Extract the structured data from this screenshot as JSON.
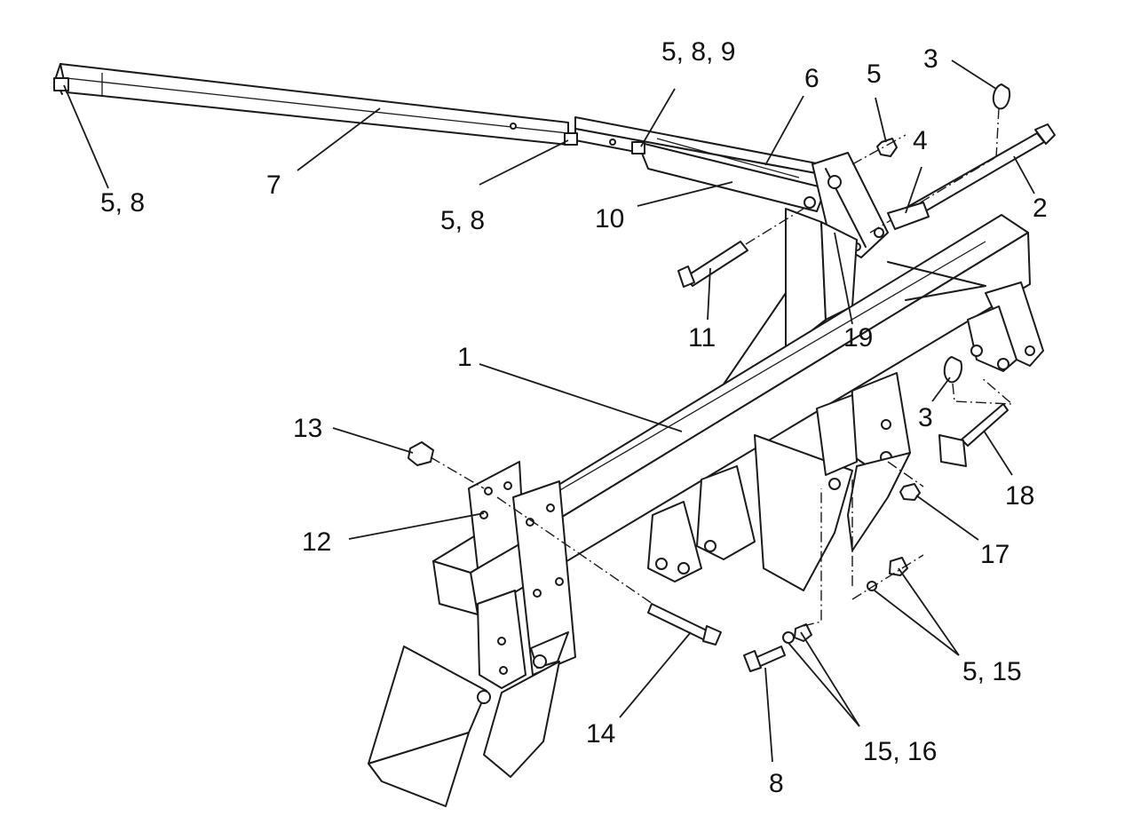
{
  "labels": {
    "l1": "1",
    "l2": "2",
    "l3a": "3",
    "l3b": "3",
    "l4": "4",
    "l5": "5",
    "l5_8_left": "5, 8",
    "l5_8_mid": "5, 8",
    "l5_8_9": "5, 8, 9",
    "l5_15": "5, 15",
    "l6": "6",
    "l7": "7",
    "l8": "8",
    "l10": "10",
    "l11": "11",
    "l12": "12",
    "l13": "13",
    "l14": "14",
    "l15_16": "15, 16",
    "l17": "17",
    "l18": "18",
    "l19": "19"
  }
}
